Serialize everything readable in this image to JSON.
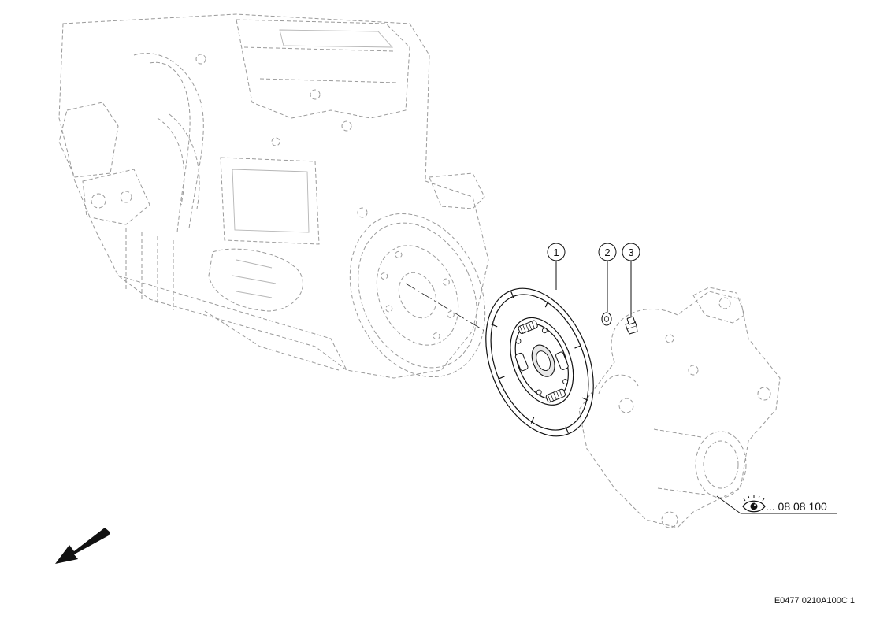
{
  "callouts": [
    {
      "number": "1",
      "part": "clutch-disc"
    },
    {
      "number": "2",
      "part": "washer"
    },
    {
      "number": "3",
      "part": "bolt"
    }
  ],
  "reference": {
    "icon": "eye-icon",
    "text": "... 08 08 100"
  },
  "drawing_code": "E0477 0210A100C 1",
  "direction_arrow": {
    "icon": "arrow-down-left-icon"
  },
  "colors": {
    "line": "#111111",
    "ghost": "#9a9a9a",
    "background": "#ffffff"
  }
}
